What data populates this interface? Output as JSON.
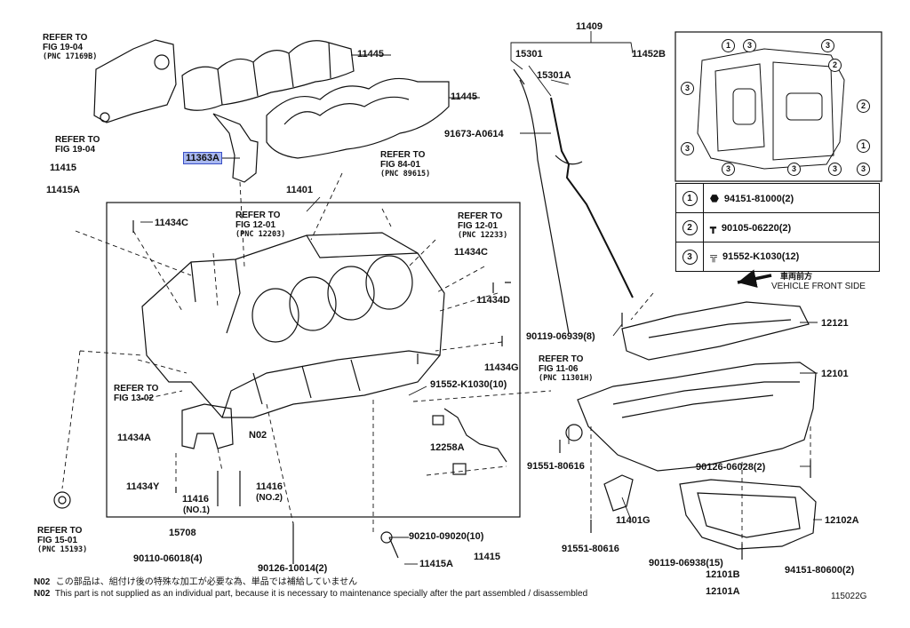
{
  "labels": {
    "p11445a": "11445",
    "p11445b": "11445",
    "p11363a": "11363A",
    "p11401": "11401",
    "p11415": "11415",
    "p11415a": "11415A",
    "p11434c_top": "11434C",
    "p11434c_right": "11434C",
    "p11434d": "11434D",
    "p11434g": "11434G",
    "p11434a": "11434A",
    "p11434y": "11434Y",
    "n02": "N02",
    "p11416_1": "11416",
    "p11416_1_sub": "(NO.1)",
    "p11416_2": "11416",
    "p11416_2_sub": "(NO.2)",
    "p15708": "15708",
    "p90110": "90110-06018(4)",
    "p90126_10014": "90126-10014(2)",
    "p90210": "90210-09020(10)",
    "p11415a_bottom": "11415A",
    "p11415_bottom": "11415",
    "p11409": "11409",
    "p15301": "15301",
    "p15301a": "15301A",
    "p11452b": "11452B",
    "p91673": "91673-A0614",
    "p90119_06939": "90119-06939(8)",
    "p91552_k1030": "91552-K1030(10)",
    "p12258a": "12258A",
    "p91551_80616_a": "91551-80616",
    "p91551_80616_b": "91551-80616",
    "p11401g": "11401G",
    "p12121": "12121",
    "p12101": "12101",
    "p90126_06028": "90126-06028(2)",
    "p12102a": "12102A",
    "p90119_06938": "90119-06938(15)",
    "p94151_80600": "94151-80600(2)",
    "p12101b": "12101B",
    "p12101a": "12101A",
    "diagram_id": "115022G",
    "front_jp": "車両前方",
    "front_en": "VEHICLE FRONT SIDE"
  },
  "refs": {
    "r19_04_top": {
      "line1": "REFER TO",
      "line2": "FIG 19-04",
      "pnc": "(PNC 17169B)"
    },
    "r19_04_mid": {
      "line1": "REFER TO",
      "line2": "FIG 19-04"
    },
    "r84_01": {
      "line1": "REFER TO",
      "line2": "FIG 84-01",
      "pnc": "(PNC 89615)"
    },
    "r12_01_a": {
      "line1": "REFER TO",
      "line2": "FIG 12-01",
      "pnc": "(PNC 12203)"
    },
    "r12_01_b": {
      "line1": "REFER TO",
      "line2": "FIG 12-01",
      "pnc": "(PNC 12233)"
    },
    "r13_02": {
      "line1": "REFER TO",
      "line2": "FIG 13-02"
    },
    "r11_06": {
      "line1": "REFER TO",
      "line2": "FIG 11-06",
      "pnc": "(PNC 11301H)"
    },
    "r15_01": {
      "line1": "REFER TO",
      "line2": "FIG 15-01",
      "pnc": "(PNC 15193)"
    }
  },
  "legend": [
    {
      "key": "1",
      "part": "94151-81000(2)"
    },
    {
      "key": "2",
      "part": "90105-06220(2)"
    },
    {
      "key": "3",
      "part": "91552-K1030(12)"
    }
  ],
  "inset_callouts": [
    "1",
    "3",
    "3",
    "3",
    "2",
    "2",
    "1",
    "3",
    "3",
    "3",
    "3",
    "3"
  ],
  "notes": {
    "jp_code": "N02",
    "jp_text": "この部品は、組付け後の特殊な加工が必要な為、単品では補給していません",
    "en_code": "N02",
    "en_text": "This part is not supplied as an individual part, because it is necessary to maintenance specially after the part assembled / disassembled"
  },
  "colors": {
    "highlight": "#a9b8f0",
    "highlight_border": "#3a4fc6",
    "line": "#111111"
  }
}
